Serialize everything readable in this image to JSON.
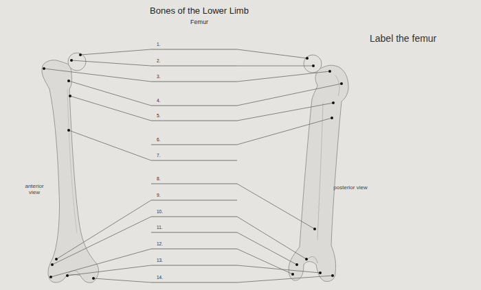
{
  "diagram": {
    "title": "Bones of the Lower Limb",
    "labels": [
      "Femur",
      "Label the femur",
      "anterior view",
      "posterior view",
      "1.",
      "2.",
      "3.",
      "4.",
      "5.",
      "6.",
      "7.",
      "8.",
      "9.",
      "10.",
      "11.",
      "12.",
      "13.",
      "14."
    ]
  }
}
